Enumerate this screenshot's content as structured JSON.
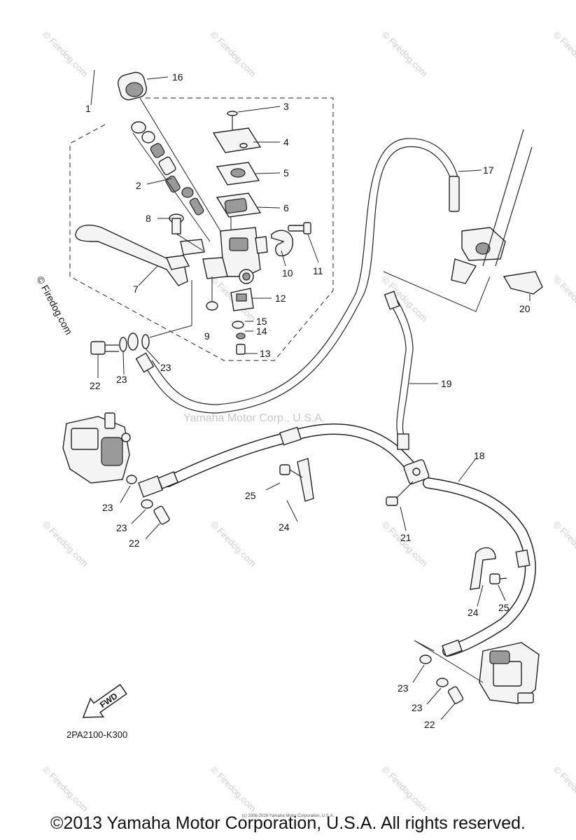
{
  "watermark": {
    "brand": "© Firedog.com",
    "site": "Firedog.com",
    "center": "Yamaha Motor Corp., U.S.A."
  },
  "callouts": {
    "p1": "1",
    "p2": "2",
    "p3": "3",
    "p4": "4",
    "p5": "5",
    "p6": "6",
    "p7": "7",
    "p8": "8",
    "p9": "9",
    "p10": "10",
    "p11": "11",
    "p12": "12",
    "p13": "13",
    "p14": "14",
    "p15": "15",
    "p16": "16",
    "p17": "17",
    "p18": "18",
    "p19": "19",
    "p20": "20",
    "p21": "21",
    "p24a": "24",
    "p24b": "24",
    "p25a": "25",
    "p25b": "25",
    "p22": "22",
    "p23": "23"
  },
  "fwd_label": "FWD",
  "ref_code": "2PA2100-K300",
  "copyright_small": "(c) 2006-2016 Yamaha Motor Corporation, U.S.A.",
  "copyright": "©2013 Yamaha Motor Corporation, U.S.A. All rights reserved."
}
